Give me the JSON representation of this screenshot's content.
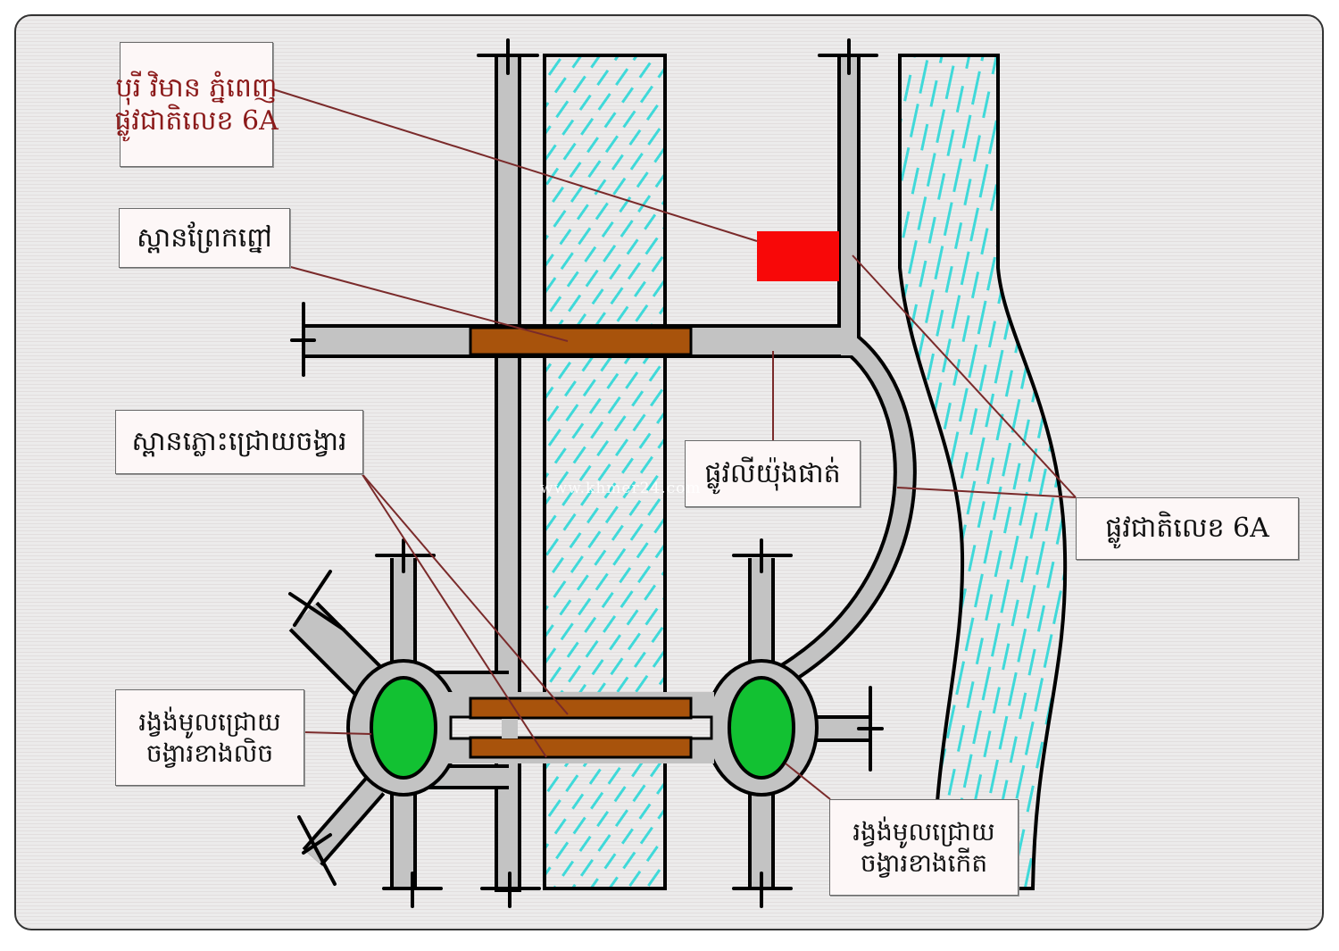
{
  "title": "ផ្លូវជាតិលេខ 6A road layout",
  "colors": {
    "background": "#ecebeb",
    "road": "#c3c3c3",
    "road_outline": "#000000",
    "bridge": "#a8530c",
    "river_hatch": "#3fd9d9",
    "roundabout": "#12c132",
    "building": "#f80808",
    "leader_line": "#7a2a2a",
    "title_text": "#8b1a1a"
  },
  "labels": {
    "borey": {
      "line1": "បុរី វិមាន ភ្នំពេញ",
      "line2": "ផ្លូវជាតិលេខ 6A"
    },
    "prek_pnov_bridge": "ស្ពានព្រែកព្នៅ",
    "chroy_changvar_bridge": "ស្ពានភ្លោះជ្រោយចង្វារ",
    "lim_yeang_phat_road": "ផ្លូវលីយ៉ុងផាត់",
    "national_road_6a": "ផ្លូវជាតិលេខ 6A",
    "west_roundabout": {
      "line1": "រង្វង់មូលជ្រោយ",
      "line2": "ចង្វារខាងលិច"
    },
    "east_roundabout": {
      "line1": "រង្វង់មូលជ្រោយ",
      "line2": "ចង្វារខាងកើត"
    }
  },
  "watermark": "www.khmer24.com",
  "icons": {
    "road_end": "road-end-marker-icon"
  }
}
